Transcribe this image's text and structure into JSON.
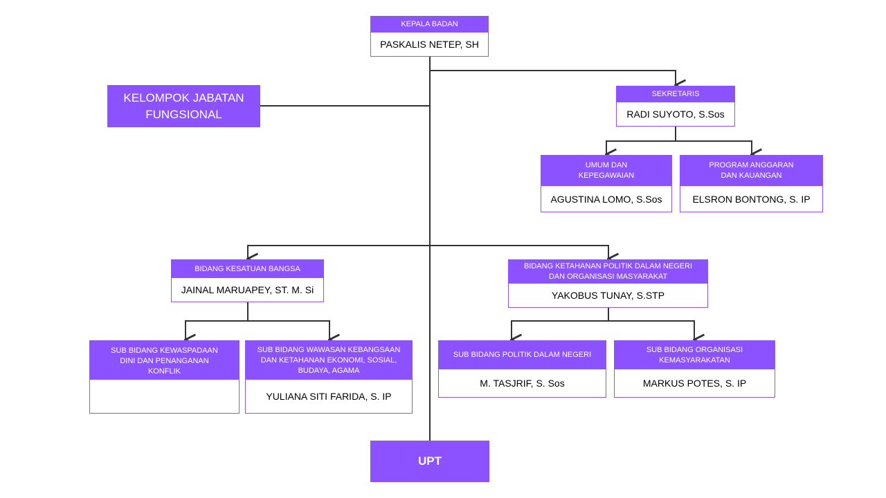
{
  "colors": {
    "accent": "#8c52ff",
    "line": "#333333",
    "text": "#000000"
  },
  "chart": {
    "kepala": {
      "title": "KEPALA BADAN",
      "name": "PASKALIS NETEP, SH"
    },
    "fungsional": {
      "label": "KELOMPOK JABATAN FUNGSIONAL"
    },
    "sekretaris": {
      "title": "SEKRETARIS",
      "name": "RADI SUYOTO, S.Sos"
    },
    "umum": {
      "title": "UMUM DAN KEPEGAWAIAN",
      "name": "AGUSTINA LOMO, S.Sos"
    },
    "program": {
      "title": "PROGRAM ANGGARAN DAN KAUANGAN",
      "name": "ELSRON BONTONG, S. IP"
    },
    "kesatuan": {
      "title": "BIDANG KESATUAN BANGSA",
      "name": "JAINAL MARUAPEY, ST. M. Si"
    },
    "ketahanan": {
      "title": "BIDANG KETAHANAN POLITIK DALAM NEGERI DAN ORGANISASI MASYARAKAT",
      "name": "YAKOBUS TUNAY, S.STP"
    },
    "kewaspadaan": {
      "title": "SUB BIDANG KEWASPADAAN DINI DAN PENANGANAN KONFLIK",
      "name": ""
    },
    "wawasan": {
      "title": "SUB BIDANG WAWASAN KEBANGSAAN DAN KETAHANAN EKONOMI, SOSIAL, BUDAYA, AGAMA",
      "name": "YULIANA SITI FARIDA, S. IP"
    },
    "politik": {
      "title": "SUB BIDANG POLITIK DALAM NEGERI",
      "name": "M. TASJRIF, S. Sos"
    },
    "ormas": {
      "title": "SUB BIDANG ORGANISASI KEMASYARAKATAN",
      "name": "MARKUS POTES, S. IP"
    },
    "upt": {
      "label": "UPT"
    }
  }
}
